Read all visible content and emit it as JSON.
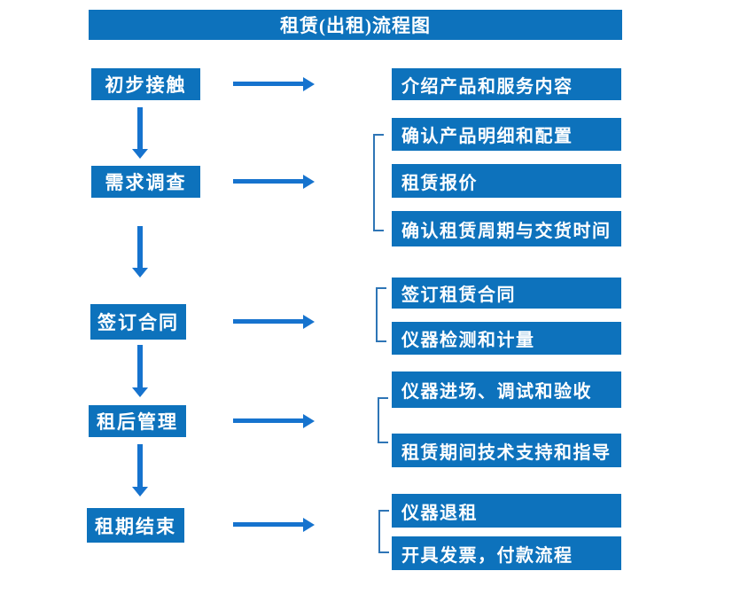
{
  "title": "租赁(出租)流程图",
  "colors": {
    "box_blue": "#0D72BC",
    "arrow_blue": "#1673CE",
    "bracket_blue": "#2E75B6",
    "text_white": "#FFFFFF",
    "background": "#FFFFFF"
  },
  "steps": [
    {
      "label": "初步接触",
      "outputs": [
        "介绍产品和服务内容"
      ]
    },
    {
      "label": "需求调查",
      "outputs": [
        "确认产品明细和配置",
        "租赁报价",
        "确认租赁周期与交货时间"
      ]
    },
    {
      "label": "签订合同",
      "outputs": [
        "签订租赁合同",
        "仪器检测和计量"
      ]
    },
    {
      "label": "租后管理",
      "outputs": [
        "仪器进场、调试和验收",
        "租赁期间技术支持和指导"
      ]
    },
    {
      "label": "租期结束",
      "outputs": [
        "仪器退租",
        "开具发票，付款流程"
      ]
    }
  ]
}
